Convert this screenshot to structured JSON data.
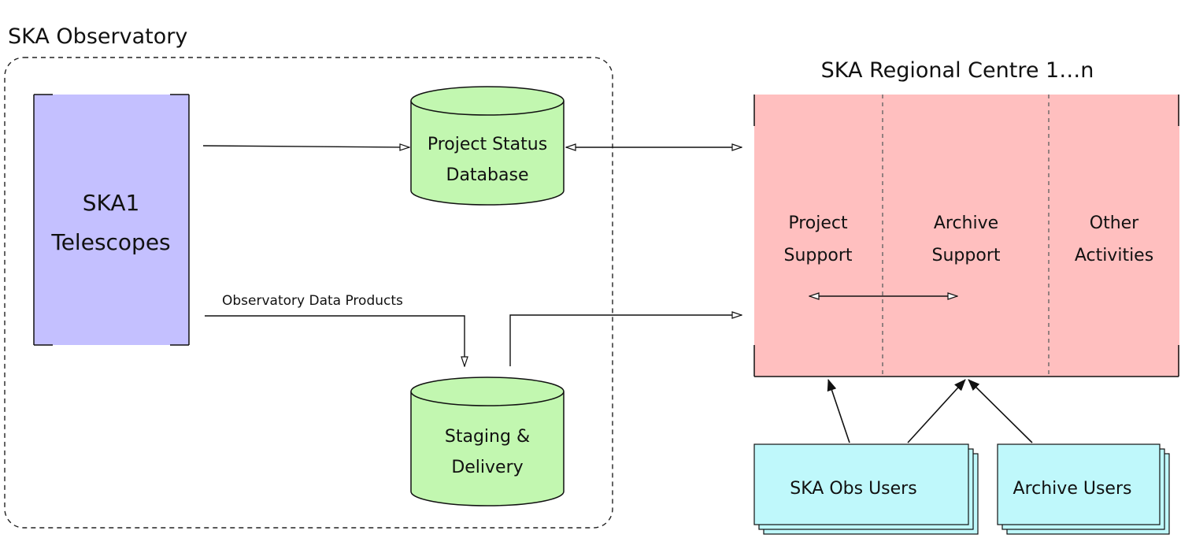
{
  "observatory": {
    "title": "SKA Observatory",
    "telescopes": {
      "line1": "SKA1",
      "line2": "Telescopes"
    },
    "data_products_label": "Observatory Data Products",
    "project_status_db": {
      "line1": "Project Status",
      "line2": "Database"
    },
    "staging": {
      "line1": "Staging &",
      "line2": "Delivery"
    }
  },
  "regional_centre": {
    "title": "SKA Regional Centre 1…n",
    "sections": [
      {
        "line1": "Project",
        "line2": "Support"
      },
      {
        "line1": "Archive",
        "line2": "Support"
      },
      {
        "line1": "Other",
        "line2": "Activities"
      }
    ]
  },
  "users": [
    {
      "label": "SKA Obs Users"
    },
    {
      "label": "Archive Users"
    }
  ],
  "colors": {
    "telescopes_fill": "#c4c0ff",
    "database_fill": "#c2f7b0",
    "regional_fill": "#ffbfbf",
    "users_fill": "#bff8fb"
  }
}
